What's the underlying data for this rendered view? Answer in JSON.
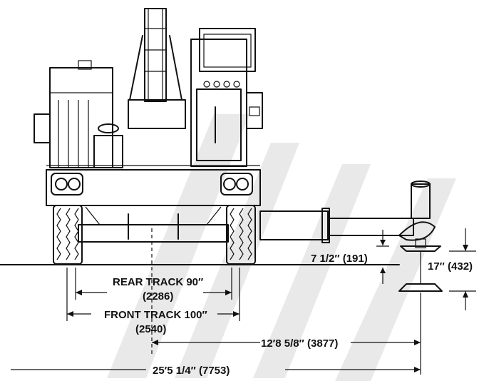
{
  "dimensions": {
    "rear_track": "REAR TRACK 90″",
    "rear_track_metric": "(2286)",
    "front_track": "FRONT TRACK 100″",
    "front_track_metric": "(2540)",
    "outrigger_span": "12′8 5/8″ (3877)",
    "overall_span": "25′5 1/4″ (7753)",
    "pad_clearance": "7 1/2″ (191)",
    "pad_travel": "17″ (432)"
  }
}
